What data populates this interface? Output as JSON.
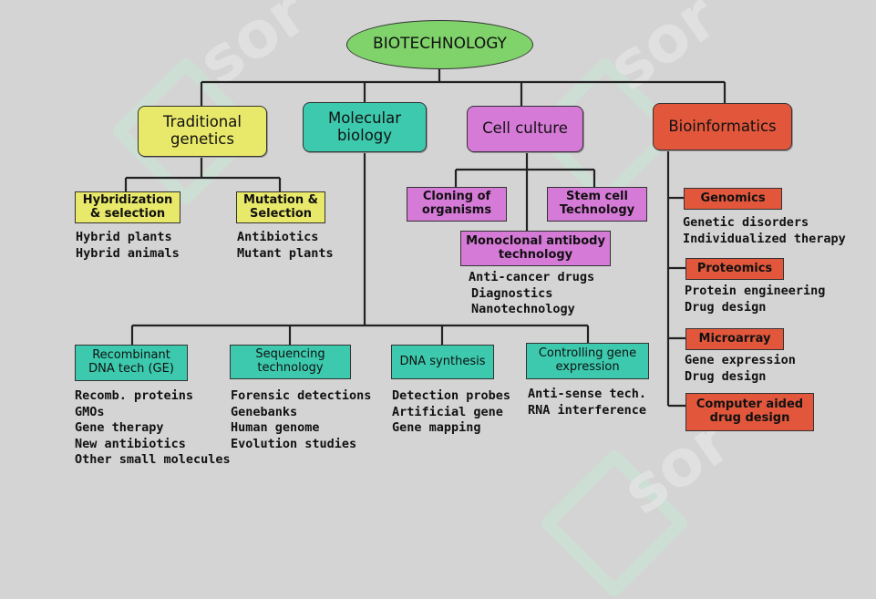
{
  "root": "BIOTECHNOLOGY",
  "branches": {
    "traditional": "Traditional genetics",
    "molecular": "Molecular biology",
    "cell_culture": "Cell culture",
    "bioinformatics": "Bioinformatics"
  },
  "traditional": {
    "hybridization": {
      "label": "Hybridization & selection",
      "items": [
        "Hybrid plants",
        "Hybrid animals"
      ]
    },
    "mutation": {
      "label": "Mutation & Selection",
      "items": [
        "Antibiotics",
        "Mutant plants"
      ]
    }
  },
  "cell_culture": {
    "cloning": {
      "label": "Cloning of organisms"
    },
    "stem_cell": {
      "label": "Stem cell Technology"
    },
    "monoclonal": {
      "label": "Monoclonal antibody technology",
      "items": [
        "Anti-cancer drugs",
        "Diagnostics",
        "Nanotechnology"
      ]
    }
  },
  "molecular": {
    "recombinant": {
      "label": "Recombinant DNA tech (GE)",
      "items": [
        "Recomb. proteins",
        "GMOs",
        "Gene therapy",
        "New antibiotics",
        "Other small molecules"
      ]
    },
    "sequencing": {
      "label": "Sequencing technology",
      "items": [
        "Forensic detections",
        "Genebanks",
        "Human genome",
        "Evolution studies"
      ]
    },
    "dna_synthesis": {
      "label": "DNA synthesis",
      "items": [
        "Detection probes",
        "Artificial gene",
        "Gene mapping"
      ]
    },
    "controlling": {
      "label": "Controlling gene expression",
      "items": [
        "Anti-sense tech.",
        "RNA interference"
      ]
    }
  },
  "bioinformatics": {
    "genomics": {
      "label": "Genomics",
      "items": [
        "Genetic disorders",
        "Individualized therapy"
      ]
    },
    "proteomics": {
      "label": "Proteomics",
      "items": [
        "Protein engineering",
        "Drug design"
      ]
    },
    "microarray": {
      "label": "Microarray",
      "items": [
        "Gene expression",
        "Drug design"
      ]
    },
    "cadd": {
      "label": "Computer aided drug design"
    }
  },
  "watermark": "sor",
  "colors": {
    "root": "#7fd36a",
    "traditional": "#e8e86a",
    "molecular": "#3cc9ad",
    "cell_culture": "#d67ad8",
    "bioinformatics": "#e2573c",
    "background": "#d4d4d4"
  }
}
